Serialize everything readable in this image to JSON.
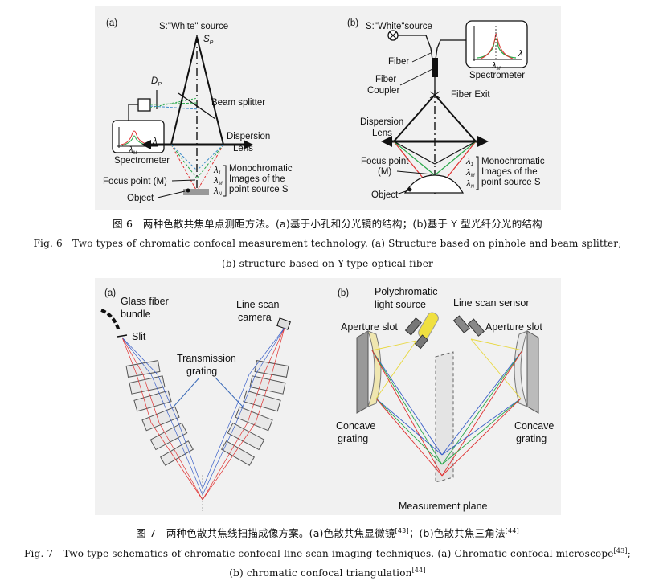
{
  "fig6": {
    "a": {
      "panel_label": "(a)",
      "source": "S:\"White\" source",
      "sp": "S",
      "sp_sub": "P",
      "dp": "D",
      "dp_sub": "P",
      "beam_splitter": "Beam splitter",
      "dispersion": "Dispersion",
      "lens": "Lens",
      "spectrometer": "Spectrometer",
      "lambda": "λ",
      "lambda_m": "λ",
      "lambda_m_sub": "M",
      "mono1": "Monochromatic",
      "mono2": "Images of the",
      "mono3": "point source S",
      "l1": "λ",
      "l1_sub": "1",
      "lm": "λ",
      "lm_sub": "M",
      "ln": "λ",
      "ln_sub": "N",
      "focus": "Focus point (M)",
      "object": "Object"
    },
    "b": {
      "panel_label": "(b)",
      "source": "S:\"White\"source",
      "fiber": "Fiber",
      "fiber2": "Fiber",
      "coupler": "Coupler",
      "spectrometer": "Spectrometer",
      "lambda": "λ",
      "lambda_m": "λ",
      "lambda_m_sub": "M",
      "fiber_exit": "Fiber Exit",
      "dispersion": "Dispersion",
      "lens": "Lens",
      "focus1": "Focus point",
      "focus2": "(M)",
      "object": "Object",
      "mono1": "Monochromatic",
      "mono2": "Images of the",
      "mono3": "point source S",
      "l1": "λ",
      "l1_sub": "1",
      "lm": "λ",
      "lm_sub": "M",
      "ln": "λ",
      "ln_sub": "N"
    },
    "caption_cn": "图 6　两种色散共焦单点测距方法。(a)基于小孔和分光镜的结构；(b)基于 Y 型光纤分光的结构",
    "caption_en_1": "Fig. 6　Two types of chromatic confocal measurement technology. (a) Structure based on pinhole and beam splitter;",
    "caption_en_2": "(b) structure based on Y-type optical fiber"
  },
  "fig7": {
    "a": {
      "panel_label": "(a)",
      "glass1": "Glass fiber",
      "glass2": "bundle",
      "slit": "Slit",
      "line1": "Line scan",
      "line2": "camera",
      "trans1": "Transmission",
      "trans2": "grating"
    },
    "b": {
      "panel_label": "(b)",
      "poly1": "Polychromatic",
      "poly2": "light source",
      "sensor": "Line scan sensor",
      "ap_left": "Aperture slot",
      "ap_right": "Aperture slot",
      "concave_l1": "Concave",
      "concave_l2": "grating",
      "concave_r1": "Concave",
      "concave_r2": "grating",
      "measure": "Measurement plane"
    },
    "caption_cn": "图 7　两种色散共焦线扫描成像方案。(a)色散共焦显微镜",
    "caption_cn_ref1": "[43]",
    "caption_cn_mid": "；(b)色散共焦三角法",
    "caption_cn_ref2": "[44]",
    "caption_en_1": "Fig. 7　Two type schematics of chromatic confocal line scan imaging techniques. (a) Chromatic confocal microscope",
    "caption_en_ref1": "[43]",
    "caption_en_1b": ";",
    "caption_en_2": "(b) chromatic confocal triangulation",
    "caption_en_ref2": "[44]"
  },
  "colors": {
    "panel_bg": "#f1f1f1",
    "red": "#e03030",
    "green": "#2aa84a",
    "blue": "#3a5fc8",
    "yellow": "#f0e040"
  }
}
